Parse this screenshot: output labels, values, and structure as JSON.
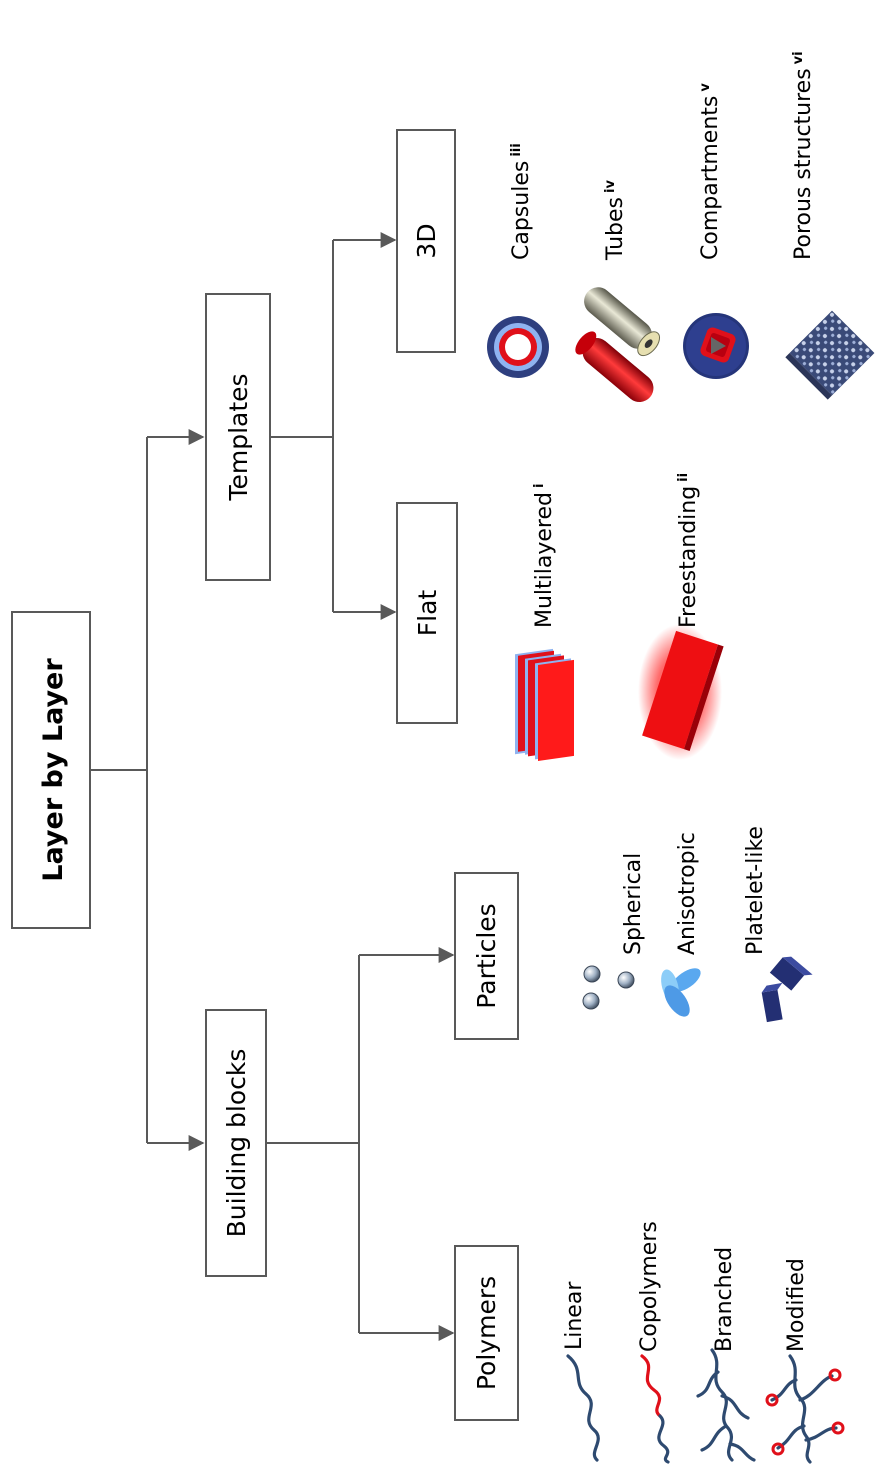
{
  "root": {
    "label": "Layer by Layer"
  },
  "building_blocks": {
    "label": "Building blocks",
    "polymers": {
      "label": "Polymers",
      "items": [
        "Linear",
        "Copolymers",
        "Branched",
        "Modified"
      ]
    },
    "particles": {
      "label": "Particles",
      "items": [
        "Spherical",
        "Anisotropic",
        "Platelet-like"
      ]
    }
  },
  "templates": {
    "label": "Templates",
    "flat": {
      "label": "Flat",
      "items": [
        {
          "label": "Multilayered",
          "sup": "i"
        },
        {
          "label": "Freestanding",
          "sup": "ii"
        }
      ]
    },
    "three_d": {
      "label": "3D",
      "items": [
        {
          "label": "Capsules",
          "sup": "iii"
        },
        {
          "label": "Tubes",
          "sup": "iv"
        },
        {
          "label": "Compartments",
          "sup": "v"
        },
        {
          "label": "Porous structures",
          "sup": "vi"
        }
      ]
    }
  },
  "colors": {
    "lines": "#595959",
    "navy": "#2e3f7f",
    "red": "#e0101a",
    "light_blue": "#8fb3f0"
  }
}
